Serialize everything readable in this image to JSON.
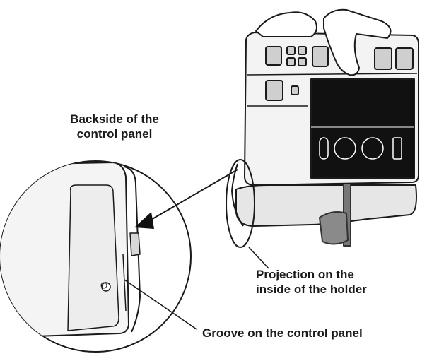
{
  "labels": {
    "backside": [
      "Backside of the",
      "control panel"
    ],
    "projection": [
      "Projection on the",
      "inside of the holder"
    ],
    "groove": "Groove on the control panel"
  },
  "colors": {
    "ink": "#1a1a1a",
    "panel_fill": "#f1f1f1",
    "panel_dark": "#c9c9c9",
    "screen": "#111111",
    "cable": "#777777"
  }
}
